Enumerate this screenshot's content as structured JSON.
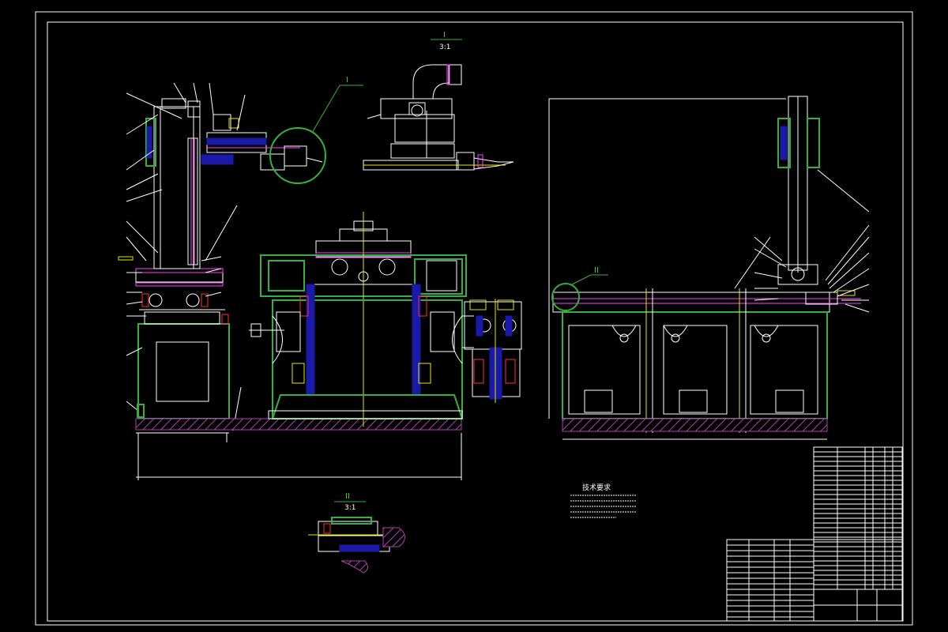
{
  "detail_labels": {
    "detail_1_marker": "I",
    "detail_1_title": "I",
    "detail_1_scale": "3:1",
    "detail_2_marker": "II",
    "detail_2_title": "II",
    "detail_2_scale": "3:1"
  },
  "technical_requirements": {
    "heading": "技术要求"
  },
  "colors": {
    "background": "#000000",
    "outline": "#ffffff",
    "housing": "#35b040",
    "section_fill": "#1a1aa8",
    "centerline": "#e6e600",
    "accent": "#ff40ff",
    "hatch": "#b040b0"
  }
}
